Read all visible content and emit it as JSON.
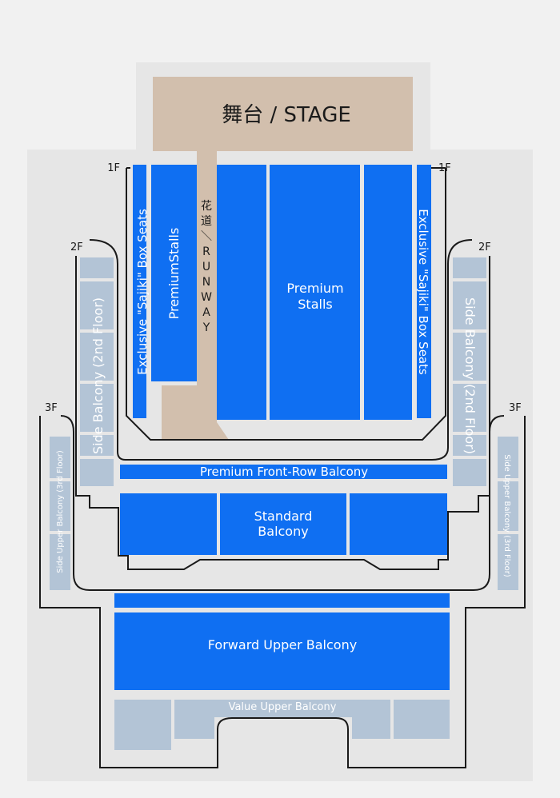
{
  "stage": {
    "label": "舞台 / STAGE"
  },
  "runway": {
    "label": "花道＼RUNWAY"
  },
  "floors": {
    "first": "1F",
    "second": "2F",
    "third": "3F"
  },
  "sections": {
    "premium_stalls_left": "PremiumStalls",
    "premium_stalls": "Premium\nStalls",
    "box_seats_left": "Exclusive \"Sajiki\" Box Seats",
    "box_seats_right": "Exclusive \"Sajiki\" Box Seats",
    "side_balcony_left": "Side Balcony (2nd Floor)",
    "side_balcony_right": "Side Balcony (2nd Floor)",
    "side_upper_left": "Side Upper Balcony (3rd Floor)",
    "side_upper_right": "Side Upper Balcony (3rd Floor)",
    "premium_front_row": "Premium Front-Row Balcony",
    "standard_balcony": "Standard\nBalcony",
    "forward_upper": "Forward Upper Balcony",
    "value_upper": "Value Upper Balcony"
  },
  "colors": {
    "premium": "#0f6ff2",
    "value": "#b3c4d6",
    "stage": "#d2bfad",
    "outline": "#1a1a1a",
    "panel": "#e6e6e6"
  }
}
